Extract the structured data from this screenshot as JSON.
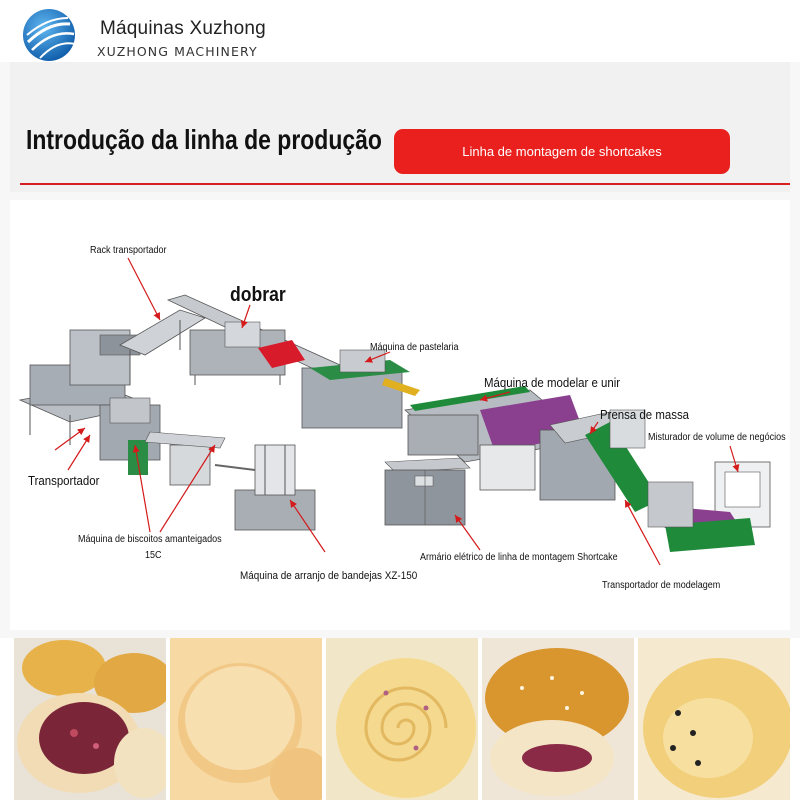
{
  "brand": {
    "name": "Máquinas Xuzhong",
    "subtitle": "XUZHONG MACHINERY",
    "logo_icon": "globe-logo-icon"
  },
  "title": {
    "heading": "Introdução da linha de produção",
    "pill": "Linha de montagem de shortcakes"
  },
  "colors": {
    "accent_red": "#e9201e",
    "machine_gray": "#9aa0a8",
    "belt_green": "#1f8a3a",
    "belt_red": "#d81b2b",
    "belt_purple": "#8a3f8f"
  },
  "diagram": {
    "labels": {
      "rack": "Rack transportador",
      "fold": "dobrar",
      "pastry": "Máquina de pastelaria",
      "shaping": "Máquina de modelar e unir",
      "press": "Prensa de massa",
      "mixer": "Misturador de volume de negócios",
      "conveyor": "Transportador",
      "biscuit_line1": "Máquina de biscoitos amanteigados",
      "biscuit_line2": "15C",
      "tray": "Máquina de arranjo de bandejas XZ-150",
      "cabinet": "Armário elétrico de linha de montagem Shortcake",
      "shaping_conveyor": "Transportador de modelagem"
    }
  },
  "photos": [
    {
      "name": "photo-rose-pastry"
    },
    {
      "name": "photo-round-cake"
    },
    {
      "name": "photo-spiral-pastry"
    },
    {
      "name": "photo-sesame-cake"
    },
    {
      "name": "photo-egg-yolk-pastry"
    }
  ]
}
